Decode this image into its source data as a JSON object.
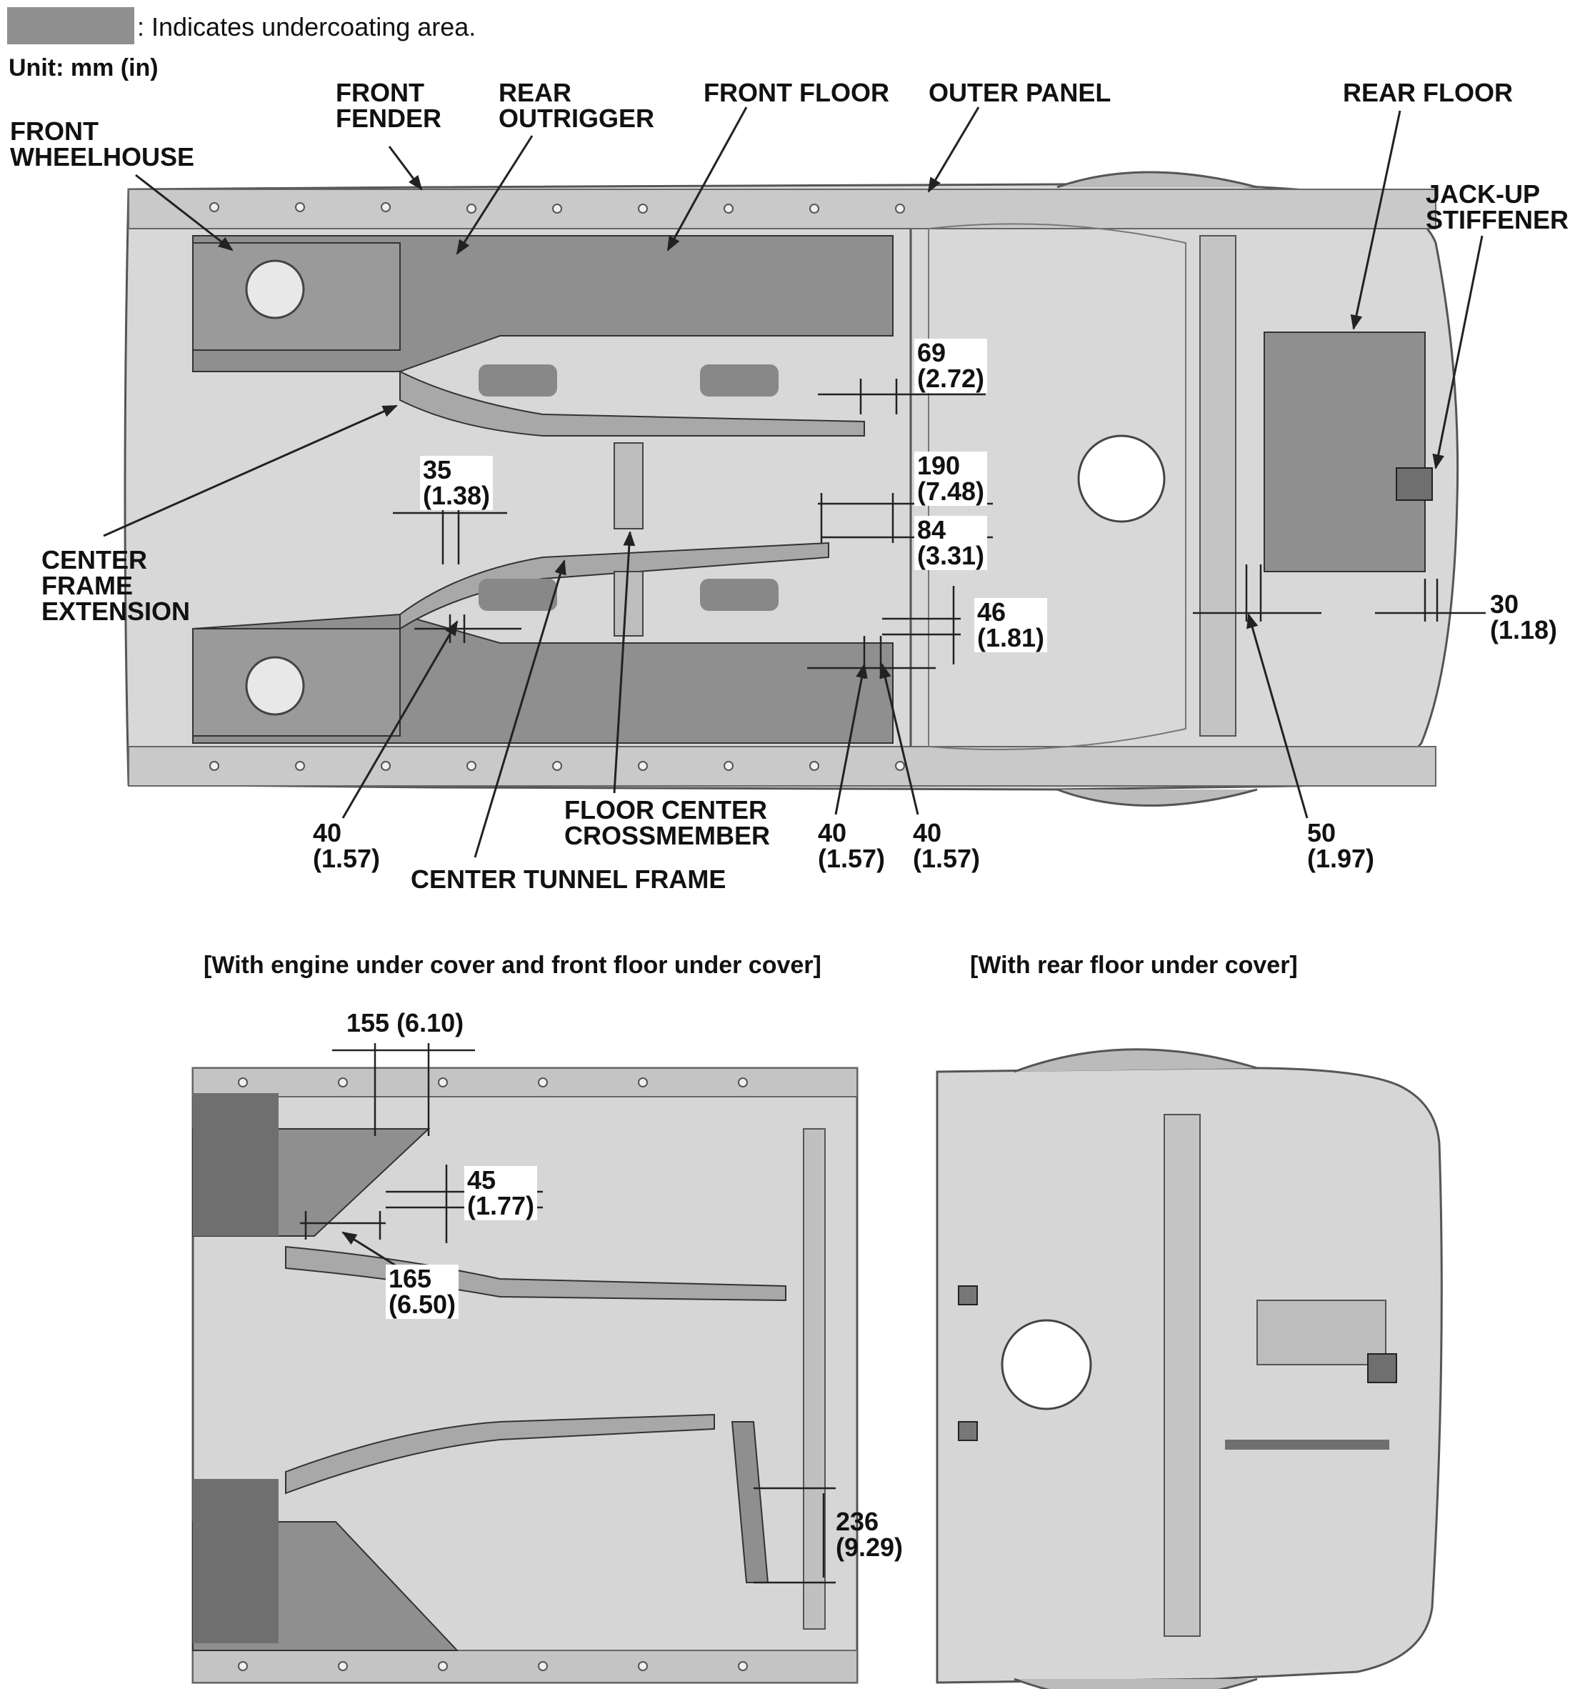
{
  "legend": {
    "text": ": Indicates undercoating area.",
    "swatch_color": "#8f8f8f"
  },
  "unit": "Unit: mm (in)",
  "parts": {
    "front_wheelhouse": [
      "FRONT",
      "WHEELHOUSE"
    ],
    "front_fender": [
      "FRONT",
      "FENDER"
    ],
    "rear_outrigger": [
      "REAR",
      "OUTRIGGER"
    ],
    "front_floor": "FRONT FLOOR",
    "outer_panel": "OUTER PANEL",
    "rear_floor": "REAR FLOOR",
    "jack_up_stiffener": [
      "JACK-UP",
      "STIFFENER"
    ],
    "center_frame_extension": [
      "CENTER",
      "FRAME",
      "EXTENSION"
    ],
    "floor_center_crossmember": [
      "FLOOR CENTER",
      "CROSSMEMBER"
    ],
    "center_tunnel_frame": "CENTER TUNNEL FRAME"
  },
  "dimensions": {
    "d69": [
      "69",
      "(2.72)"
    ],
    "d35": [
      "35",
      "(1.38)"
    ],
    "d190": [
      "190",
      "(7.48)"
    ],
    "d84": [
      "84",
      "(3.31)"
    ],
    "d46": [
      "46",
      "(1.81)"
    ],
    "d30": [
      "30",
      "(1.18)"
    ],
    "d40a": [
      "40",
      "(1.57)"
    ],
    "d40b": [
      "40",
      "(1.57)"
    ],
    "d40c": [
      "40",
      "(1.57)"
    ],
    "d50": [
      "50",
      "(1.97)"
    ],
    "d155": "155 (6.10)",
    "d45": [
      "45",
      "(1.77)"
    ],
    "d165": [
      "165",
      "(6.50)"
    ],
    "d236": [
      "236",
      "(9.29)"
    ]
  },
  "titles": {
    "front_cover": "[With engine under cover and front floor under cover]",
    "rear_cover": "[With rear floor under cover]"
  },
  "colors": {
    "body": "#d6d6d6",
    "body_dark": "#b4b4b4",
    "undercoat": "#8f8f8f",
    "line": "#222222"
  }
}
